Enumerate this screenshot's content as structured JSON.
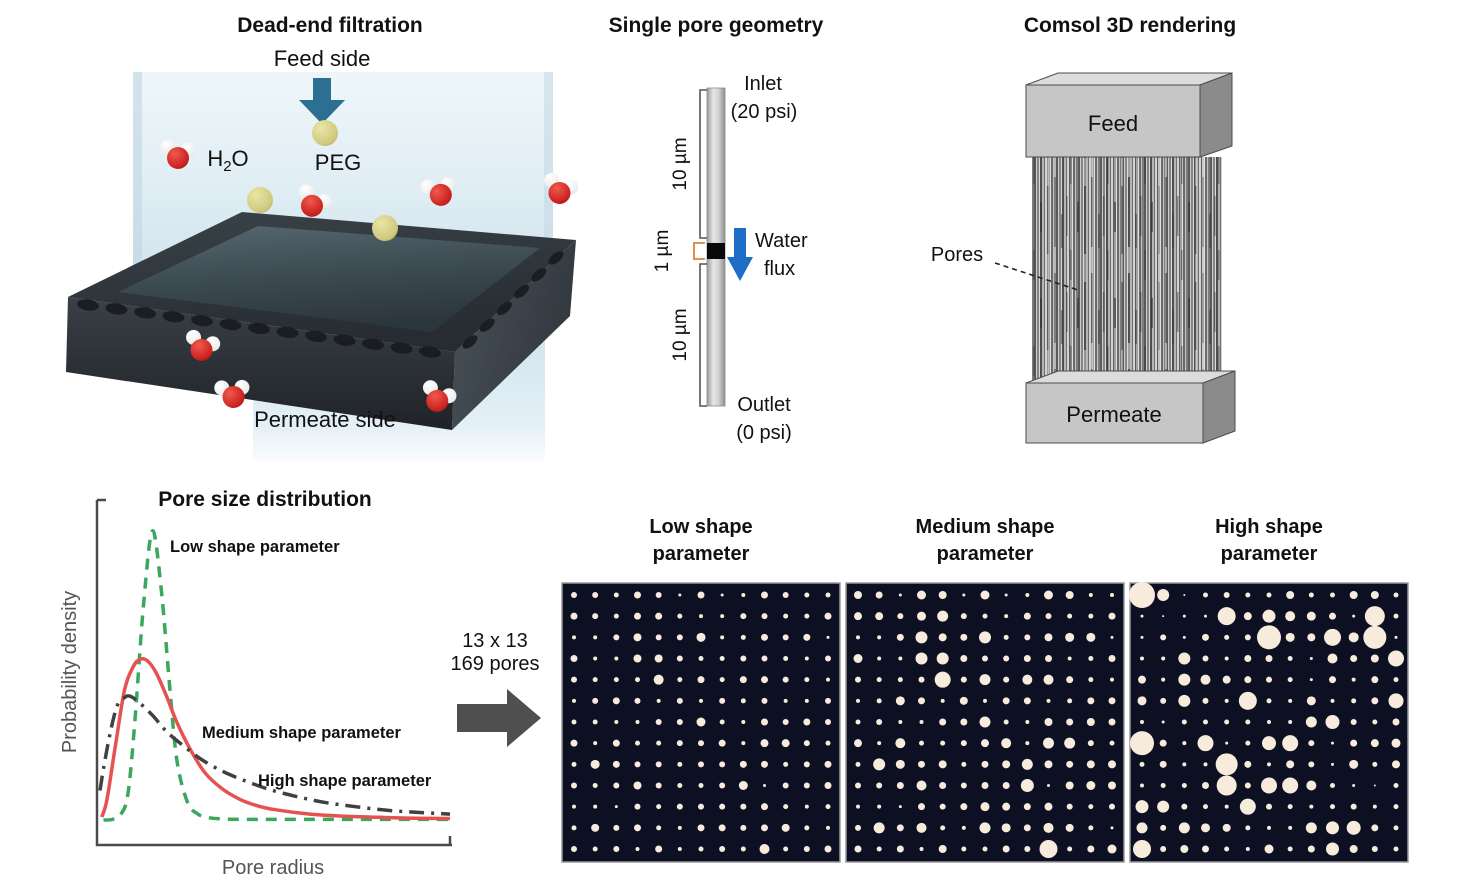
{
  "figure": {
    "dead_end": {
      "title": "Dead-end filtration",
      "feed_side_label": "Feed side",
      "permeate_side_label": "Permeate side",
      "water_formula_prefix": "H",
      "water_formula_subscript": "2",
      "water_formula_suffix": "O",
      "peg_label": "PEG"
    },
    "single_pore": {
      "title": "Single pore geometry",
      "inlet_label": "Inlet",
      "inlet_pressure": "(20 psi)",
      "outlet_label": "Outlet",
      "outlet_pressure": "(0 psi)",
      "top_thickness": "10 µm",
      "pore_thickness": "1 µm",
      "bottom_thickness": "10 µm",
      "flux_label_line1": "Water",
      "flux_label_line2": "flux"
    },
    "comsol": {
      "title": "Comsol 3D rendering",
      "feed_label": "Feed",
      "permeate_label": "Permeate",
      "pores_label": "Pores"
    },
    "array_note": {
      "line1": "13 x 13",
      "line2": "169 pores"
    }
  },
  "colors": {
    "feed_arrow": "#2b7092",
    "flux_arrow": "#1e6ec8",
    "axis": "#4a4a4a",
    "block_face": "#c6c6c6",
    "block_side": "#8b8b8b",
    "block_top": "#dcdcdc"
  },
  "chart_data": {
    "type": "line",
    "title": "Pore size distribution",
    "xlabel": "Pore radius",
    "ylabel": "Probability density",
    "x_range": [
      0,
      10
    ],
    "y_range": [
      0,
      1
    ],
    "grid": false,
    "legend_position": "inline-annotations",
    "series": [
      {
        "name": "Low shape parameter",
        "color": "#3aa85c",
        "style": "dashed",
        "dash": "11 8",
        "x": [
          0.1,
          0.35,
          0.6,
          0.8,
          1.0,
          1.25,
          1.5,
          1.75,
          2.0,
          2.2,
          2.5,
          2.8,
          3.1,
          3.6,
          4.2,
          5,
          6,
          7,
          8,
          9,
          10
        ],
        "y": [
          0,
          0.002,
          0.02,
          0.09,
          0.34,
          0.74,
          0.98,
          0.78,
          0.44,
          0.2,
          0.06,
          0.02,
          0.008,
          0.003,
          0.002,
          0.002,
          0.002,
          0.002,
          0.002,
          0.002,
          0.002
        ]
      },
      {
        "name": "Medium shape parameter",
        "color": "#e65252",
        "style": "solid",
        "dash": "",
        "x": [
          0.05,
          0.2,
          0.45,
          0.7,
          0.95,
          1.15,
          1.35,
          1.6,
          1.9,
          2.2,
          2.6,
          3.0,
          3.5,
          4.0,
          4.5,
          5,
          6,
          7,
          8,
          9,
          10
        ],
        "y": [
          0.01,
          0.07,
          0.26,
          0.44,
          0.52,
          0.545,
          0.54,
          0.5,
          0.42,
          0.33,
          0.235,
          0.16,
          0.105,
          0.07,
          0.048,
          0.035,
          0.02,
          0.013,
          0.009,
          0.006,
          0.005
        ]
      },
      {
        "name": "High shape parameter",
        "color": "#404040",
        "style": "dash-dot",
        "dash": "15 7 3 7",
        "x": [
          0,
          0.1,
          0.3,
          0.5,
          0.7,
          0.85,
          1.1,
          1.5,
          1.9,
          2.4,
          2.9,
          3.5,
          4.1,
          4.8,
          5.6,
          6.4,
          7.3,
          8.3,
          9.2,
          10
        ],
        "y": [
          0.1,
          0.175,
          0.3,
          0.39,
          0.415,
          0.42,
          0.4,
          0.355,
          0.3,
          0.25,
          0.205,
          0.165,
          0.135,
          0.105,
          0.08,
          0.06,
          0.045,
          0.032,
          0.025,
          0.02
        ]
      }
    ]
  },
  "pore_grids": {
    "grid_rows": 13,
    "grid_cols": 13,
    "background": "#0d0f23",
    "dot_color": "#f7ecdc",
    "panels": [
      {
        "title_line1": "Low shape",
        "title_line2": "parameter",
        "radii": [
          [
            3,
            3,
            2.5,
            3.5,
            3,
            1.5,
            3.5,
            1.5,
            2,
            3.5,
            3,
            2.5,
            2.5
          ],
          [
            3.5,
            3,
            2.5,
            3.5,
            3.5,
            2.5,
            2,
            2,
            3,
            3,
            2.5,
            2.5,
            3.5
          ],
          [
            2,
            2,
            3,
            4,
            3,
            3,
            4.5,
            2,
            2.5,
            3.5,
            3,
            3.5,
            1.5
          ],
          [
            3.5,
            2,
            2,
            4,
            4,
            3,
            2.5,
            2.5,
            3,
            3,
            2.5,
            2,
            3
          ],
          [
            3,
            2.5,
            2.5,
            2.5,
            5,
            2.5,
            3.5,
            2.5,
            3.5,
            3.5,
            3,
            2.5,
            2
          ],
          [
            2,
            3,
            3.5,
            3,
            2,
            3,
            2,
            3,
            2.5,
            3,
            2,
            2,
            3
          ],
          [
            2.5,
            2.5,
            2,
            2,
            3,
            3,
            4.5,
            2.5,
            2,
            3.5,
            3,
            3.5,
            3
          ],
          [
            3.5,
            2,
            3.5,
            2.5,
            2.5,
            3,
            3,
            3.5,
            2,
            4,
            4,
            3,
            2.5
          ],
          [
            2.5,
            4.5,
            3.5,
            3,
            3,
            2.5,
            3,
            3,
            3.5,
            3.5,
            2.5,
            3,
            3.5
          ],
          [
            3,
            2.5,
            3,
            4,
            3,
            2.5,
            2.5,
            3,
            4.5,
            1.5,
            3,
            3,
            3.5
          ],
          [
            2,
            2,
            1.5,
            3,
            2.5,
            3,
            3,
            3,
            3,
            3.5,
            2.5,
            2,
            2.5
          ],
          [
            2.5,
            4,
            3,
            3.5,
            2.5,
            2,
            3.5,
            3.5,
            3,
            3.5,
            4,
            2.5,
            2
          ],
          [
            3,
            2.5,
            3,
            2,
            3.5,
            2,
            2.5,
            3,
            2.5,
            5,
            2.5,
            3,
            3.5
          ]
        ]
      },
      {
        "title_line1": "Medium shape",
        "title_line2": "parameter",
        "radii": [
          [
            4,
            3.5,
            1.5,
            4.5,
            4,
            1.5,
            4.5,
            1.5,
            2,
            4.5,
            4,
            2,
            2
          ],
          [
            4,
            4,
            3,
            4.5,
            5.5,
            3,
            2.5,
            2,
            3.5,
            3,
            2.5,
            2.5,
            3.5
          ],
          [
            2,
            2,
            3.5,
            6,
            4,
            3.5,
            6,
            2.5,
            3,
            4,
            4.5,
            4.5,
            1.5
          ],
          [
            4.5,
            2,
            2,
            6,
            6,
            3.5,
            3,
            3,
            3.5,
            3.5,
            2,
            2.5,
            3.5
          ],
          [
            3,
            2.5,
            2.5,
            3,
            8,
            3,
            5.5,
            3,
            5,
            5,
            3.5,
            2.5,
            2
          ],
          [
            2,
            2.5,
            4.5,
            3.5,
            2,
            4,
            2,
            3.5,
            3.5,
            2,
            2.5,
            3.5,
            3.5
          ],
          [
            2.5,
            3,
            2,
            2,
            3.5,
            3.5,
            5.5,
            2.5,
            2,
            4,
            3.5,
            4,
            3.5
          ],
          [
            4,
            2,
            5,
            2.5,
            2.5,
            3,
            4,
            5,
            2,
            5.5,
            5.5,
            3,
            2.5
          ],
          [
            2.5,
            6,
            4.5,
            3.5,
            4,
            2.5,
            3.5,
            4,
            5.5,
            4,
            3.5,
            4,
            4
          ],
          [
            3,
            3,
            3.5,
            5,
            3.5,
            3,
            3.5,
            3.5,
            6.5,
            1.5,
            4,
            4.5,
            4
          ],
          [
            2,
            2,
            1.5,
            3.5,
            3,
            3.5,
            4.5,
            4,
            3.5,
            4,
            3,
            2.5,
            3
          ],
          [
            3,
            5.5,
            3.5,
            5,
            2.5,
            2,
            5.5,
            4.5,
            3.5,
            5,
            4,
            2.5,
            1.5
          ],
          [
            3.5,
            2.5,
            3.5,
            2,
            4,
            2.5,
            2.5,
            3.5,
            3,
            9,
            2.5,
            3.5,
            4.5
          ]
        ]
      },
      {
        "title_line1": "High shape",
        "title_line2": "parameter",
        "radii": [
          [
            13,
            6,
            1,
            2.5,
            3,
            2.5,
            2.5,
            4,
            2.5,
            2.5,
            4,
            4,
            2.5
          ],
          [
            1.5,
            1,
            1.5,
            1.5,
            9,
            4,
            6.5,
            5,
            4.5,
            3.5,
            1.5,
            10,
            2.5
          ],
          [
            1.5,
            3,
            1.5,
            3.5,
            2.5,
            3,
            12,
            4.5,
            4,
            8.5,
            5,
            11.5,
            1.5
          ],
          [
            2,
            2,
            6,
            3,
            2,
            3.5,
            3.5,
            2.5,
            1.5,
            5,
            3.5,
            4,
            8
          ],
          [
            4,
            2,
            6,
            5,
            4,
            3.5,
            3,
            2.5,
            1.5,
            3.5,
            2,
            3.5,
            2.5
          ],
          [
            4.5,
            3,
            6,
            3,
            2,
            9,
            2.5,
            2,
            4.5,
            2,
            2.5,
            3.5,
            7.5
          ],
          [
            2,
            1.5,
            2.5,
            2.5,
            2.5,
            2.5,
            2,
            2,
            5.5,
            7,
            3,
            2.5,
            3.5
          ],
          [
            12,
            3.5,
            2,
            8,
            1.5,
            2.5,
            7,
            8,
            3,
            1.5,
            3.5,
            4,
            4.5
          ],
          [
            2.5,
            3.5,
            2,
            2,
            11,
            3.5,
            2,
            4,
            3,
            1.5,
            4.5,
            2.5,
            4
          ],
          [
            2,
            2.5,
            2.5,
            3.5,
            10,
            3,
            8,
            8,
            5,
            2.5,
            1.5,
            1,
            2.5
          ],
          [
            6.5,
            6,
            3,
            2.5,
            2,
            8,
            3,
            2.5,
            2,
            2.5,
            3,
            2,
            2.5
          ],
          [
            5.5,
            3,
            5.5,
            4.5,
            4,
            2.5,
            2,
            2,
            5.5,
            6.5,
            7,
            3.5,
            2.5
          ],
          [
            9,
            3,
            4,
            3.5,
            2.5,
            2,
            4.5,
            2.5,
            3.5,
            6.5,
            4,
            3,
            2.5
          ]
        ]
      }
    ]
  }
}
